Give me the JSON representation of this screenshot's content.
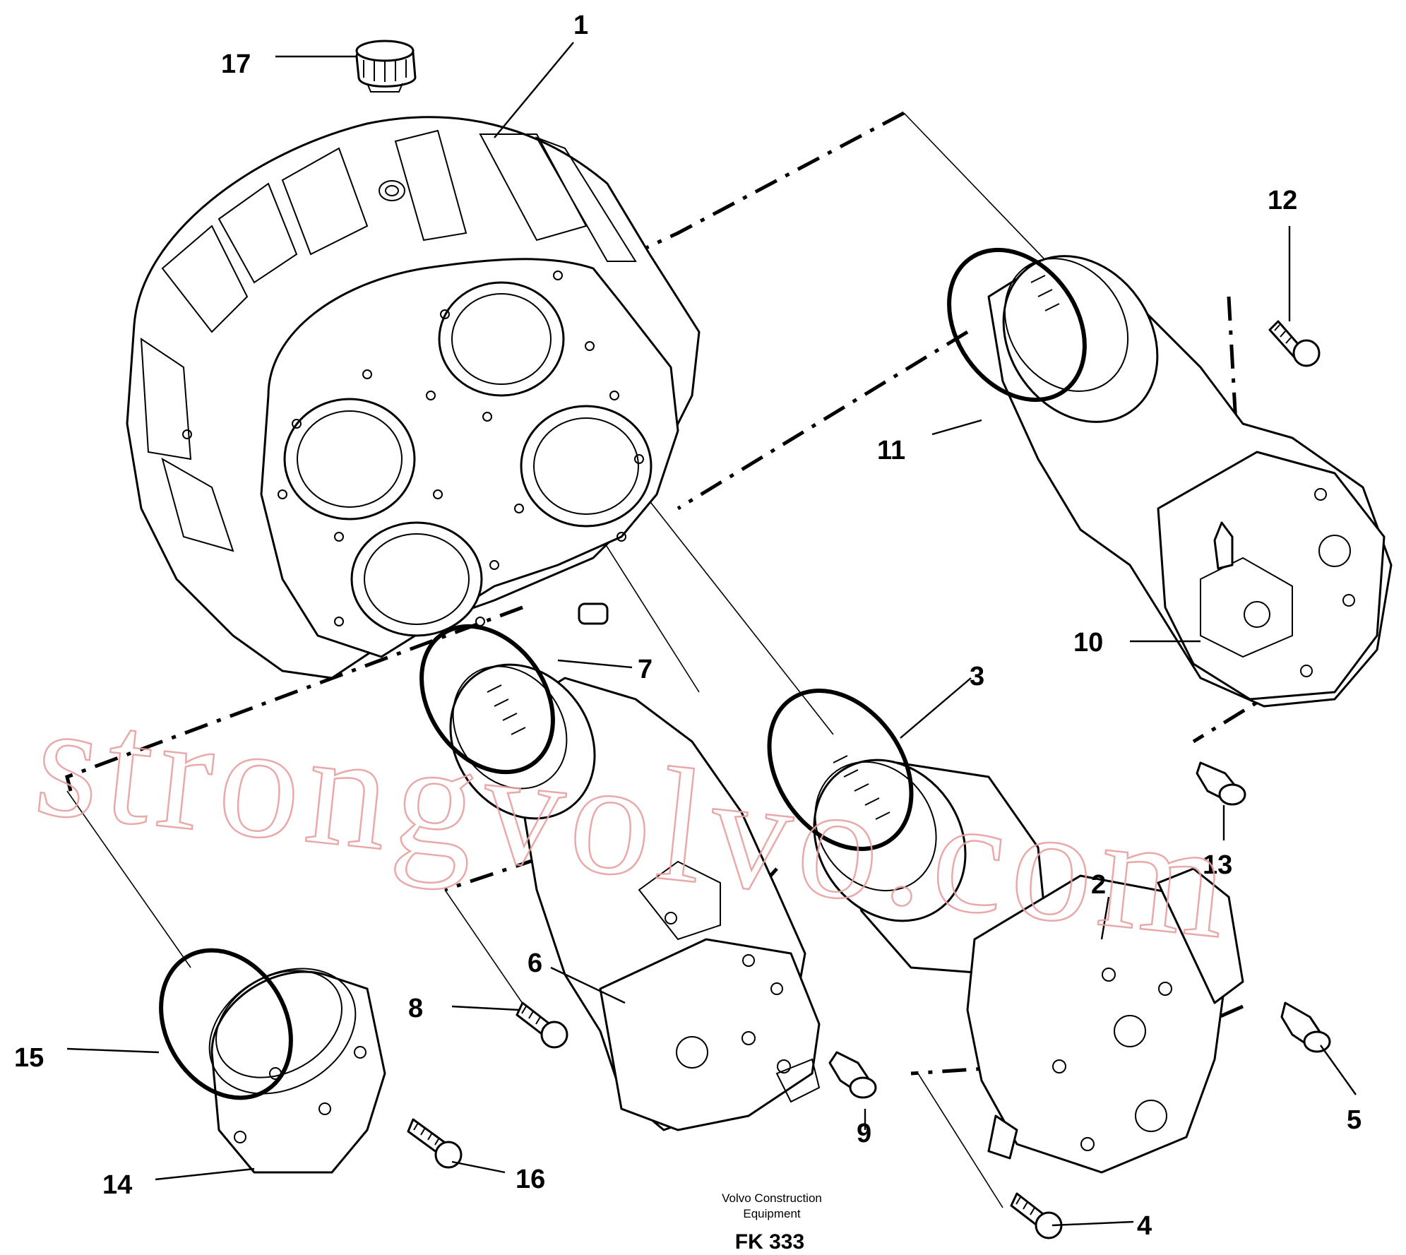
{
  "diagram": {
    "callouts": [
      "1",
      "2",
      "3",
      "4",
      "5",
      "6",
      "7",
      "8",
      "9",
      "10",
      "11",
      "12",
      "13",
      "14",
      "15",
      "16",
      "17"
    ],
    "watermark": "strongvolvo.com",
    "caption": {
      "line1": "Volvo Construction",
      "line2": "Equipment",
      "code": "FK 333"
    }
  }
}
